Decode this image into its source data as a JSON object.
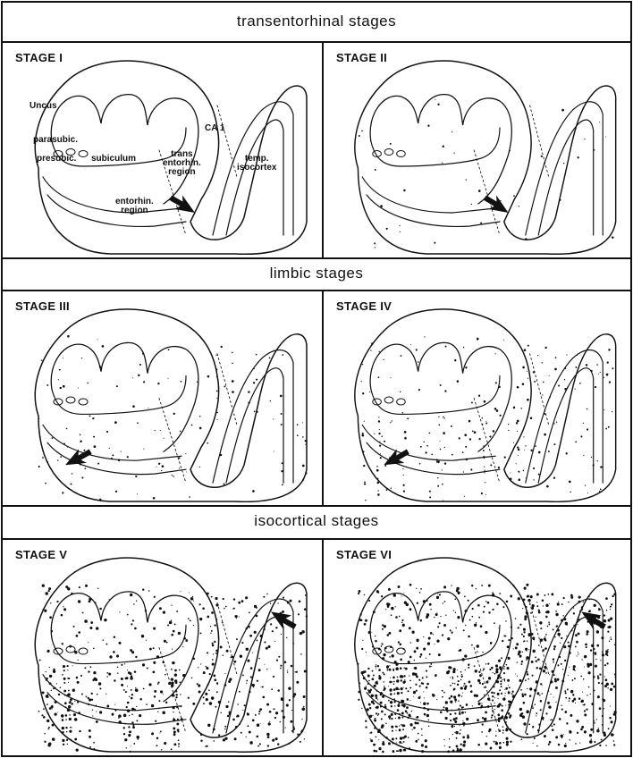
{
  "bands": [
    {
      "title": "transentorhinal stages"
    },
    {
      "title": "limbic stages"
    },
    {
      "title": "isocortical stages"
    }
  ],
  "panels": [
    {
      "stage": "STAGE I",
      "density": 0
    },
    {
      "stage": "STAGE II",
      "density": 1
    },
    {
      "stage": "STAGE III",
      "density": 2
    },
    {
      "stage": "STAGE IV",
      "density": 3
    },
    {
      "stage": "STAGE V",
      "density": 4
    },
    {
      "stage": "STAGE VI",
      "density": 5
    }
  ],
  "region_labels": {
    "uncus": "Uncus",
    "ca1": "CA 1",
    "parasubic": "parasubic.",
    "presubic": "presubic.",
    "subiculum": "subiculum",
    "transentorhinal": "trans\nentorhin.\nregion",
    "entorhinal": "entorhin.\nregion",
    "temporal_isocortex": "temp.\nisocortex"
  },
  "colors": {
    "ink": "#111111",
    "paper": "#ffffff"
  }
}
